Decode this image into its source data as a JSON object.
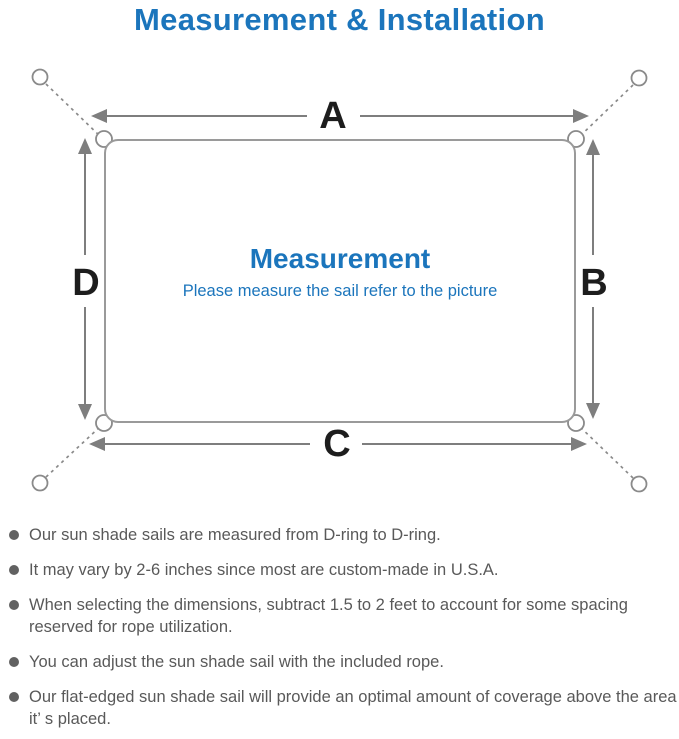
{
  "title": "Measurement & Installation",
  "diagram": {
    "labels": {
      "top": "A",
      "right": "B",
      "bottom": "C",
      "left": "D"
    },
    "center_title": "Measurement",
    "center_subtitle": "Please measure the sail refer to the picture"
  },
  "notes": {
    "items": [
      "Our sun shade sails are measured from D-ring to D-ring.",
      "It may vary by 2-6 inches since most are custom-made in U.S.A.",
      "When selecting the dimensions, subtract 1.5 to 2 feet to account for some spacing reserved for rope utilization.",
      "You can adjust the sun shade sail with the included rope.",
      "Our flat-edged sun shade sail will provide an optimal amount of coverage above the area it’ s placed."
    ]
  },
  "colors": {
    "accent_blue": "#1b75bc",
    "line_gray": "#7e7e7e",
    "outline_gray": "#8f8f8f",
    "note_text_gray": "#595959",
    "letter_black": "#1d1d1d"
  }
}
